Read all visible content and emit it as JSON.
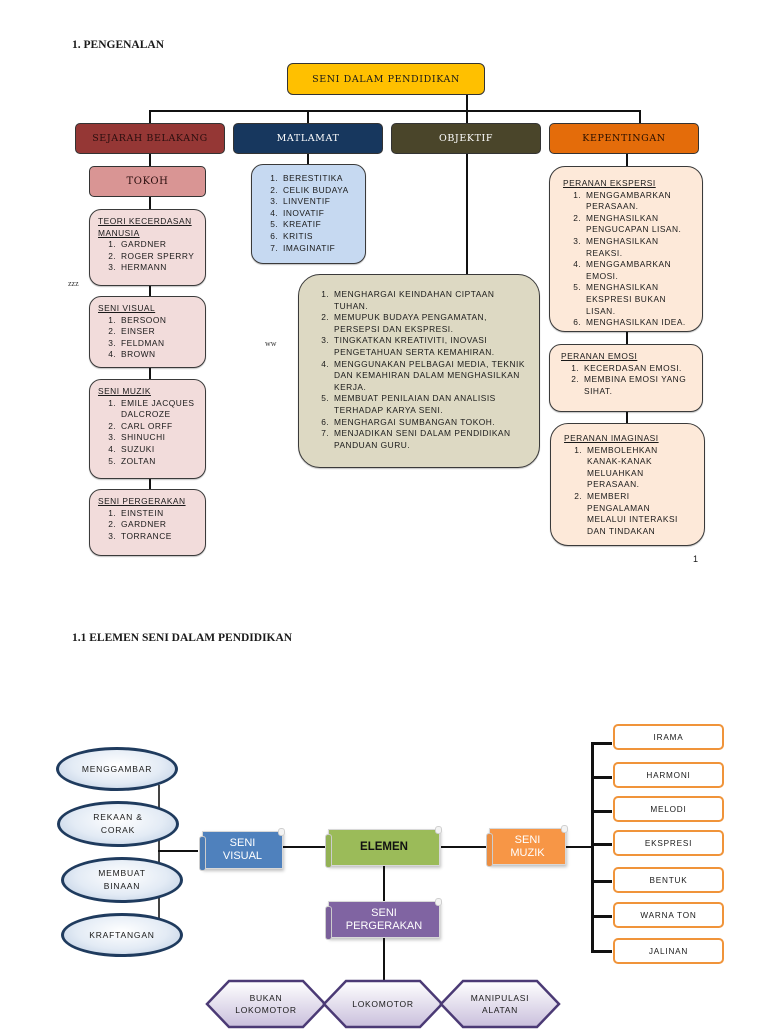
{
  "section1": {
    "heading": "1.   PENGENALAN",
    "root": {
      "label": "SENI DALAM PENDIDIKAN",
      "color": "#ffc000"
    },
    "branches": [
      {
        "label": "SEJARAH BELAKANG",
        "color": "#953735",
        "text_color": "#2a0e0e"
      },
      {
        "label": "MATLAMAT",
        "color": "#17375e",
        "text_color": "#ffffff"
      },
      {
        "label": "OBJEKTIF",
        "color": "#4a452a",
        "text_color": "#ffffff"
      },
      {
        "label": "KEPENTINGAN",
        "color": "#e46c0a",
        "text_color": "#2a1000"
      }
    ],
    "sejarah": {
      "tokoh_label": "TOKOH",
      "groups": [
        {
          "title": "TEORI KECERDASAN MANUSIA",
          "items": [
            "GARDNER",
            "ROGER SPERRY",
            "HERMANN"
          ]
        },
        {
          "title": "SENI VISUAL",
          "items": [
            "BERSOON",
            "EINSER",
            "FELDMAN",
            "BROWN"
          ]
        },
        {
          "title": "SENI MUZIK",
          "items": [
            "EMILE JACQUES DALCROZE",
            "CARL ORFF",
            "SHINUCHI",
            "SUZUKI",
            "ZOLTAN"
          ]
        },
        {
          "title": "SENI PERGERAKAN",
          "items": [
            "EINSTEIN",
            "GARDNER",
            "TORRANCE"
          ]
        }
      ]
    },
    "matlamat": {
      "items": [
        "BERESTITIKA",
        "CELIK BUDAYA",
        "LINVENTIF",
        "INOVATIF",
        "KREATIF",
        "KRITIS",
        "IMAGINATIF"
      ]
    },
    "objektif": {
      "items": [
        "MENGHARGAI KEINDAHAN CIPTAAN TUHAN.",
        "MEMUPUK BUDAYA PENGAMATAN, PERSEPSI DAN EKSPRESI.",
        "TINGKATKAN KREATIVITI, INOVASI PENGETAHUAN SERTA KEMAHIRAN.",
        "MENGGUNAKAN PELBAGAI MEDIA, TEKNIK DAN KEMAHIRAN DALAM MENGHASILKAN KERJA.",
        "MEMBUAT PENILAIAN DAN ANALISIS TERHADAP KARYA SENI.",
        "MENGHARGAI SUMBANGAN TOKOH.",
        "MENJADIKAN SENI DALAM PENDIDIKAN PANDUAN GURU."
      ]
    },
    "kepentingan": {
      "groups": [
        {
          "title": "PERANAN EKSPERSI",
          "items": [
            "MENGGAMBARKAN PERASAAN.",
            "MENGHASILKAN PENGUCAPAN LISAN.",
            "MENGHASILKAN REAKSI.",
            "MENGGAMBARKAN EMOSI.",
            "MENGHASILKAN EKSPRESI BUKAN LISAN.",
            "MENGHASILKAN IDEA."
          ]
        },
        {
          "title": "PERANAN EMOSI",
          "items": [
            "KECERDASAN EMOSI.",
            "MEMBINA EMOSI YANG SIHAT."
          ]
        },
        {
          "title": "PERANAN IMAGINASI",
          "items": [
            "MEMBOLEHKAN KANAK-KANAK MELUAHKAN PERASAAN.",
            "MEMBERI PENGALAMAN MELALUI INTERAKSI DAN TINDAKAN"
          ]
        }
      ]
    },
    "stray_marks": {
      "left": "zzz",
      "middle": "ww"
    },
    "page_number": "1"
  },
  "section2": {
    "heading": "1.1 ELEMEN SENI DALAM PENDIDIKAN",
    "center": {
      "label": "ELEMEN",
      "color": "#9bbb59"
    },
    "seni_visual": {
      "label_line1": "SENI",
      "label_line2": "VISUAL",
      "color": "#4f81bd",
      "items": [
        {
          "line1": "MENGGAMBAR",
          "line2": ""
        },
        {
          "line1": "REKAAN &",
          "line2": "CORAK"
        },
        {
          "line1": "MEMBUAT",
          "line2": "BINAAN"
        },
        {
          "line1": "KRAFTANGAN",
          "line2": ""
        }
      ]
    },
    "seni_muzik": {
      "label_line1": "SENI",
      "label_line2": "MUZIK",
      "color": "#f79646",
      "items": [
        "IRAMA",
        "HARMONI",
        "MELODI",
        "EKSPRESI",
        "BENTUK",
        "WARNA TON",
        "JALINAN"
      ]
    },
    "seni_pergerakan": {
      "label_line1": "SENI",
      "label_line2": "PERGERAKAN",
      "color": "#8064a2",
      "items": [
        {
          "line1": "BUKAN",
          "line2": "LOKOMOTOR"
        },
        {
          "line1": "LOKOMOTOR",
          "line2": ""
        },
        {
          "line1": "MANIPULASI",
          "line2": "ALATAN"
        }
      ]
    }
  }
}
